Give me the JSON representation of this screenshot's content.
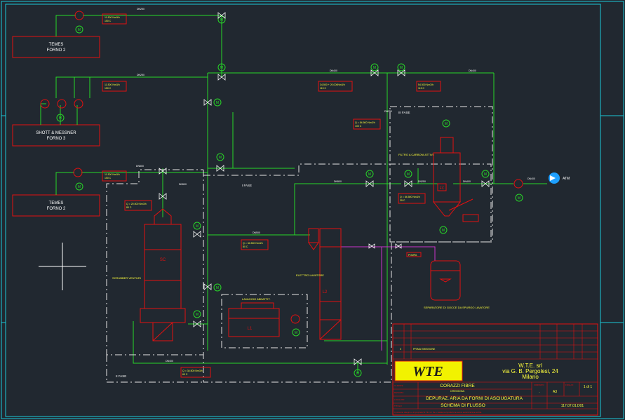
{
  "colors": {
    "background": "#212830",
    "border": "#1cc9d9",
    "pipe": "#28d828",
    "equipment": "#e41010",
    "annotation": "#ffff3c",
    "label": "#ffffff",
    "dashed": "#e6e6e6",
    "purge": "#cc33cc",
    "outlet": "#1ea0ff"
  },
  "sources": {
    "top": {
      "title": "TEMES",
      "subtitle": "FORNO 2"
    },
    "middle": {
      "title": "SHOTT & MESSNER",
      "subtitle": "FORNO 3"
    },
    "bottom": {
      "title": "TEMES",
      "subtitle": "FORNO 2"
    }
  },
  "flow_labels": {
    "f1": {
      "line1": "11.500 Nm3/h",
      "line2": "150 C"
    },
    "f2": {
      "line1": "11.500 Nm3/h",
      "line2": "150 C"
    },
    "f3": {
      "line1": "11.500 Nm3/h",
      "line2": "150 C"
    },
    "f4": {
      "line1": "34.500 + 20.000Nm3/h",
      "line2": "115 C"
    },
    "f5": {
      "line1": "54.500 Nm3/h",
      "line2": "115 C"
    },
    "f6": {
      "line1": "Q = 54.500 Nm3/h",
      "line2": "100 C"
    },
    "f7": {
      "line1": "Q = 20.000 Nm3/h",
      "line2": "80 C"
    },
    "f8": {
      "line1": "Q = 54.500 Nm3/h",
      "line2": "35 C"
    },
    "f9": {
      "line1": "Q = 34.500 Nm3/h",
      "line2": "80 C"
    },
    "f10": {
      "line1": "Q = 34.500 Nm3/h",
      "line2": "60 C"
    }
  },
  "pipe_tags": [
    "DN250",
    "DN250",
    "DN400",
    "DN400",
    "DN500",
    "DN500",
    "DN500",
    "DN250",
    "DN400",
    "DN400",
    "DN500",
    "DN400",
    "DN250"
  ],
  "zones": {
    "stage2": "II FASE",
    "stage1": "I FASE",
    "stage3": "III FASE"
  },
  "equipment": {
    "scrubber1": "SC",
    "scrubber1_label": "SCRUBBER VENTURI",
    "scrubber2": "L2",
    "scrubber2_label": "ELETTRO LAVATORE",
    "tank": "L1",
    "tank_label": "LAVAGGIO ABBATTIT.",
    "filter": "FC",
    "filter_label": "FILTRO A CARBONI ATTIVI",
    "separator_label": "SEPARATORE DI GOCCE DA SPURGO LAVATORE",
    "pump_tag": "POMPA",
    "outlet": "ATM"
  },
  "motor_label": "M",
  "titleblock": {
    "revision": "0",
    "revision_note": "PRIMA EMISSIONE",
    "company": "W.T.E. srl",
    "address": "via G. B. Pergolesi, 24",
    "city": "Milano",
    "logo": "WTE",
    "customer": "CORAZZI FIBRE",
    "location": "CREMONA",
    "subject": "DEPURAZ. ARIA DA FORNI DI ASCIUGATURA",
    "drawing_title": "SCHEMA DI FLUSSO",
    "format_label": "FORMATO",
    "format": "A3",
    "sheet_label": "FOGLIO",
    "sheet": "1 di 1",
    "scale": "-",
    "drawing_number": "117.07.01.D01",
    "rows": [
      "CLIENTE",
      "DESCRIZ.",
      "LOCALITA'",
      "TITOLO"
    ],
    "footer": "Il presente disegno e di proprieta W.T.E. srl. Ne e vietata la riproduzione senza autorizzazione scritta."
  }
}
